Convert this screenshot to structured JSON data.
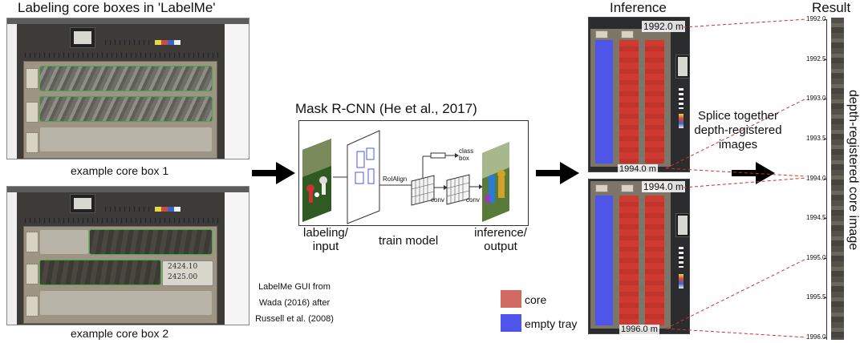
{
  "left": {
    "title": "Labeling core boxes in 'LabelMe'",
    "box1_caption": "example core box 1",
    "box2_caption": "example core box 2",
    "credit_lines": [
      "LabelMe GUI from",
      "Wada (2016) after",
      "Russell et al. (2008)"
    ],
    "box2_note_lines": [
      "2424.10",
      "2425.00"
    ]
  },
  "center": {
    "title": "Mask R-CNN (He et al., 2017)",
    "roialign": "RoIAlign",
    "conv1": "conv",
    "conv2": "conv",
    "class_box": [
      "class",
      "box"
    ],
    "labeling": [
      "labeling/",
      "input"
    ],
    "train": "train model",
    "inference": [
      "inference/",
      "output"
    ]
  },
  "legend": {
    "core": "core",
    "empty": "empty tray",
    "core_color": "#d16a62",
    "empty_color": "#4f55e8"
  },
  "inference": {
    "title": "Inference",
    "top_panel_top": "1992.0 m",
    "top_panel_bottom": "1994.0 m",
    "bottom_panel_top": "1994.0 m",
    "bottom_panel_bottom": "1996.0 m"
  },
  "splice": [
    "Splice together",
    "depth-registered",
    "images"
  ],
  "result": {
    "title": "Result",
    "ticks": [
      "1992.0",
      "1992.5",
      "1993.0",
      "1993.5",
      "1994.0",
      "1994.5",
      "1995.0",
      "1995.5",
      "1996.0"
    ],
    "vertical_label": "depth-registered core image"
  }
}
